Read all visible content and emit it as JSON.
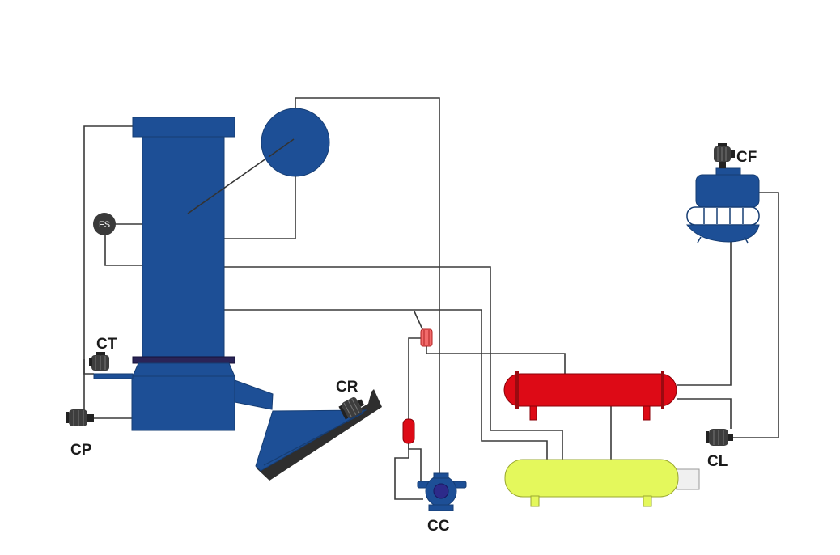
{
  "labels": {
    "ct": "CT",
    "cp": "CP",
    "cr": "CR",
    "cc": "CC",
    "cf": "CF",
    "cl": "CL",
    "fs": "FS"
  }
}
